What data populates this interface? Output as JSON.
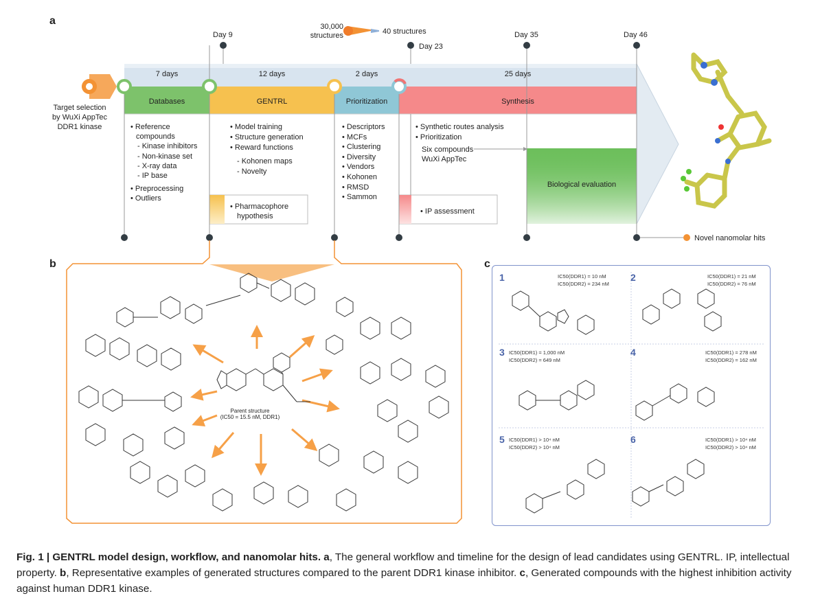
{
  "panel_a": {
    "letter": "a",
    "target_text": [
      "Target selection",
      "by WuXi AppTec",
      "DDR1 kinase"
    ],
    "funnel": {
      "from": "30,000",
      "from2": "structures",
      "to": "40 structures"
    },
    "milestones": [
      "Day 9",
      "Day 23",
      "Day 35",
      "Day 46"
    ],
    "durations": [
      "7 days",
      "12 days",
      "2 days",
      "25 days"
    ],
    "stages": {
      "databases": "Databases",
      "gentrl": "GENTRL",
      "prioritization": "Prioritization",
      "synthesis": "Synthesis",
      "bio": "Biological evaluation"
    },
    "databases_items": [
      "• Reference",
      "  compounds",
      "- Kinase inhibitors",
      "- Non-kinase set",
      "- X-ray data",
      "- IP base",
      "• Preprocessing",
      "• Outliers"
    ],
    "gentrl_items": [
      "• Model training",
      "• Structure generation",
      "• Reward functions",
      "- Kohonen maps",
      "- Novelty"
    ],
    "pharmacophore": [
      "• Pharmacophore",
      "hypothesis"
    ],
    "prior_items": [
      "• Descriptors",
      "• MCFs",
      "• Clustering",
      "• Diversity",
      "• Vendors",
      "• Kohonen",
      "• RMSD",
      "• Sammon"
    ],
    "synthesis_items": [
      "• Synthetic routes analysis",
      "• Prioritization"
    ],
    "six_compounds": [
      "Six compounds",
      "WuXi AppTec"
    ],
    "ip_assessment": "• IP assessment",
    "novel_hits": "Novel nanomolar hits",
    "colors": {
      "databases": "#7dc26b",
      "gentrl": "#f6c14f",
      "prioritization": "#8fc7d6",
      "synthesis": "#f5898a",
      "bio": "#6dbf5c",
      "bar": "#d6e3ef",
      "orange": "#f39234"
    }
  },
  "panel_b": {
    "letter": "b",
    "parent_label": [
      "Parent structure",
      "(IC50 = 15.5 nM, DDR1)"
    ]
  },
  "panel_c": {
    "letter": "c",
    "compounds": [
      {
        "num": "1",
        "ic1": "IC50(DDR1) = 10 nM",
        "ic2": "IC50(DDR2) = 234 nM"
      },
      {
        "num": "2",
        "ic1": "IC50(DDR1) = 21 nM",
        "ic2": "IC50(DDR2) = 76 nM"
      },
      {
        "num": "3",
        "ic1": "IC50(DDR1) = 1,000 nM",
        "ic2": "IC50(DDR2) = 649 nM"
      },
      {
        "num": "4",
        "ic1": "IC50(DDR1) = 278 nM",
        "ic2": "IC50(DDR2) = 162 nM"
      },
      {
        "num": "5",
        "ic1": "IC50(DDR1) > 10⁴ nM",
        "ic2": "IC50(DDR2) > 10⁴ nM"
      },
      {
        "num": "6",
        "ic1": "IC50(DDR1) > 10⁴ nM",
        "ic2": "IC50(DDR2) > 10⁴ nM"
      }
    ]
  },
  "caption": {
    "fig": "Fig. 1 | GENTRL model design, workflow, and nanomolar hits.",
    "a_letter": "a",
    "a_text": ", The general workflow and timeline for the design of lead candidates using GENTRL. IP, intellectual property.",
    "b_letter": "b",
    "b_text": ", Representative examples of generated structures compared to the parent DDR1 kinase inhibitor.",
    "c_letter": "c",
    "c_text": ", Generated compounds with the highest inhibition activity against human DDR1 kinase."
  }
}
